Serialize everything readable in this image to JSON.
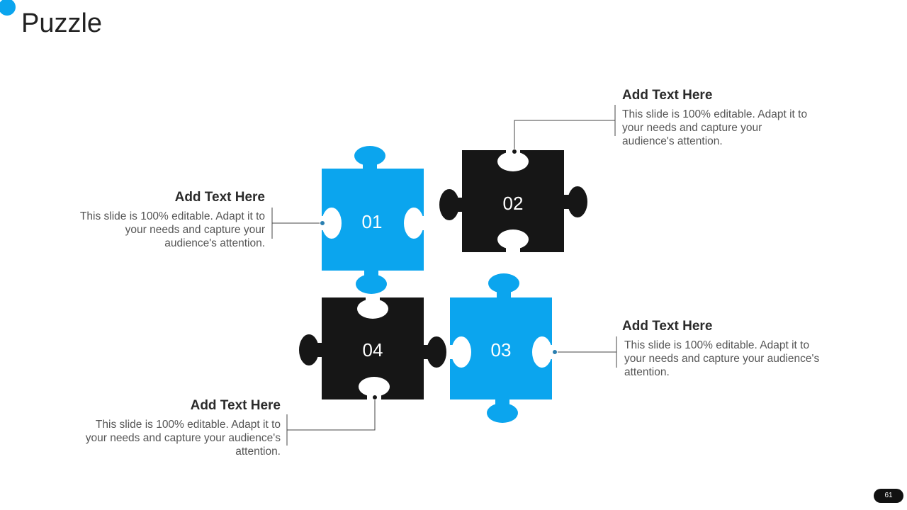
{
  "slide": {
    "title": "Puzzle",
    "page_number": "61",
    "accent_color": "#0ba5ee",
    "dark_color": "#161616"
  },
  "pieces": [
    {
      "number": "01",
      "color": "blue"
    },
    {
      "number": "02",
      "color": "black"
    },
    {
      "number": "03",
      "color": "blue"
    },
    {
      "number": "04",
      "color": "black"
    }
  ],
  "callouts": [
    {
      "heading": "Add Text Here",
      "body": "This slide is 100% editable. Adapt it to your needs and capture your audience's attention."
    },
    {
      "heading": "Add Text Here",
      "body": "This slide is 100% editable. Adapt it to your needs and capture your audience's attention."
    },
    {
      "heading": "Add Text Here",
      "body": "This slide is 100% editable. Adapt it to your needs and capture your audience's attention."
    },
    {
      "heading": "Add Text Here",
      "body": "This slide is 100% editable. Adapt it to your needs and capture your audience's attention."
    }
  ]
}
